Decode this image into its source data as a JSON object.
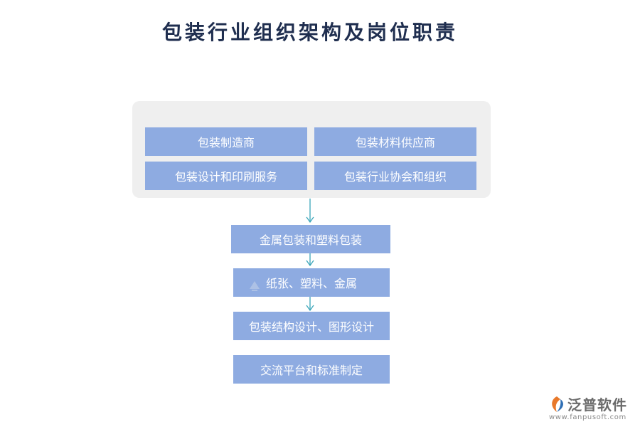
{
  "title": "包装行业组织架构及岗位职责",
  "panel": {
    "items": [
      "包装制造商",
      "包装材料供应商",
      "包装设计和印刷服务",
      "包装行业协会和组织"
    ]
  },
  "flow": {
    "steps": [
      "金属包装和塑料包装",
      "纸张、塑料、金属",
      "包装结构设计、图形设计",
      "交流平台和标准制定"
    ]
  },
  "colors": {
    "box": "#8eabe1",
    "panel": "#efefef",
    "arrow": "#3aa6b9",
    "title": "#1f2e4f"
  },
  "logo": {
    "name": "泛普软件",
    "url": "www.fanpusoft.com"
  }
}
